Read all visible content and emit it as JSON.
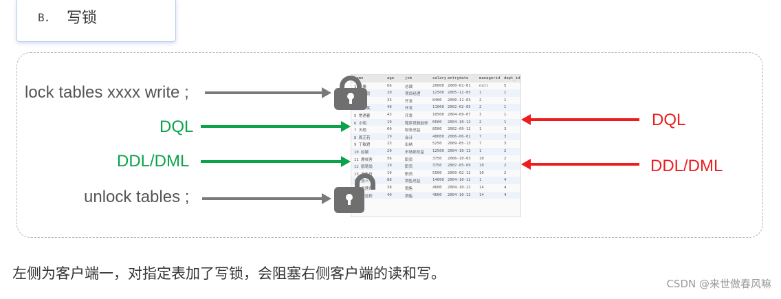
{
  "option": {
    "letter": "B．",
    "title": "写锁"
  },
  "left_labels": {
    "lock": "lock tables xxxx write ;",
    "dql": "DQL",
    "ddl": "DDL/DML",
    "unlock": "unlock tables ;"
  },
  "right_labels": {
    "dql": "DQL",
    "ddl": "DDL/DML"
  },
  "table": {
    "headers": [
      "name",
      "age",
      "job",
      "salary",
      "entrydate",
      "managerid",
      "dept_id"
    ],
    "rows": [
      [
        "1 金庸",
        "66",
        "总裁",
        "20000",
        "2000-01-01",
        "null",
        "5"
      ],
      [
        "2 张无忌",
        "20",
        "项目经理",
        "12500",
        "2005-12-05",
        "1",
        "1"
      ],
      [
        "3 杨逍",
        "33",
        "开发",
        "8400",
        "2000-11-03",
        "2",
        "1"
      ],
      [
        "4 韦一笑",
        "48",
        "开发",
        "11000",
        "2002-02-05",
        "2",
        "1"
      ],
      [
        "5 常遇春",
        "43",
        "开发",
        "10500",
        "2004-09-07",
        "3",
        "1"
      ],
      [
        "6 小昭",
        "19",
        "程序员鼓励师",
        "6600",
        "2004-10-12",
        "2",
        "1"
      ],
      [
        "7 灭绝",
        "60",
        "财务总监",
        "8500",
        "2002-09-12",
        "1",
        "3"
      ],
      [
        "8 周芷若",
        "19",
        "会计",
        "48000",
        "2006-06-02",
        "7",
        "3"
      ],
      [
        "9 丁敏君",
        "23",
        "出纳",
        "5250",
        "2009-05-13",
        "7",
        "3"
      ],
      [
        "10 赵敏",
        "20",
        "市场部总监",
        "12500",
        "2004-10-12",
        "1",
        "2"
      ],
      [
        "11 鹿杖客",
        "56",
        "职员",
        "3750",
        "2006-10-03",
        "10",
        "2"
      ],
      [
        "12 鹤笔翁",
        "19",
        "职员",
        "3750",
        "2007-05-09",
        "10",
        "2"
      ],
      [
        "13 方东白",
        "19",
        "职员",
        "5500",
        "2009-02-12",
        "10",
        "2"
      ],
      [
        "14 张三丰",
        "88",
        "销售总监",
        "14000",
        "2004-10-12",
        "1",
        "4"
      ],
      [
        "15 俞莲舟",
        "38",
        "销售",
        "4600",
        "2004-10-12",
        "14",
        "4"
      ],
      [
        "16 宋远桥",
        "40",
        "销售",
        "4600",
        "2004-10-12",
        "14",
        "4"
      ]
    ]
  },
  "caption": "左侧为客户端一，对指定表加了写锁，会阻塞右侧客户端的读和写。",
  "watermark": "CSDN @来世做春风嘛",
  "colors": {
    "gray": "#7a7a7a",
    "green": "#0ca24a",
    "red": "#ee1c1c"
  },
  "icons": {
    "locked": "closed-padlock-icon",
    "unlocked": "open-padlock-icon"
  }
}
